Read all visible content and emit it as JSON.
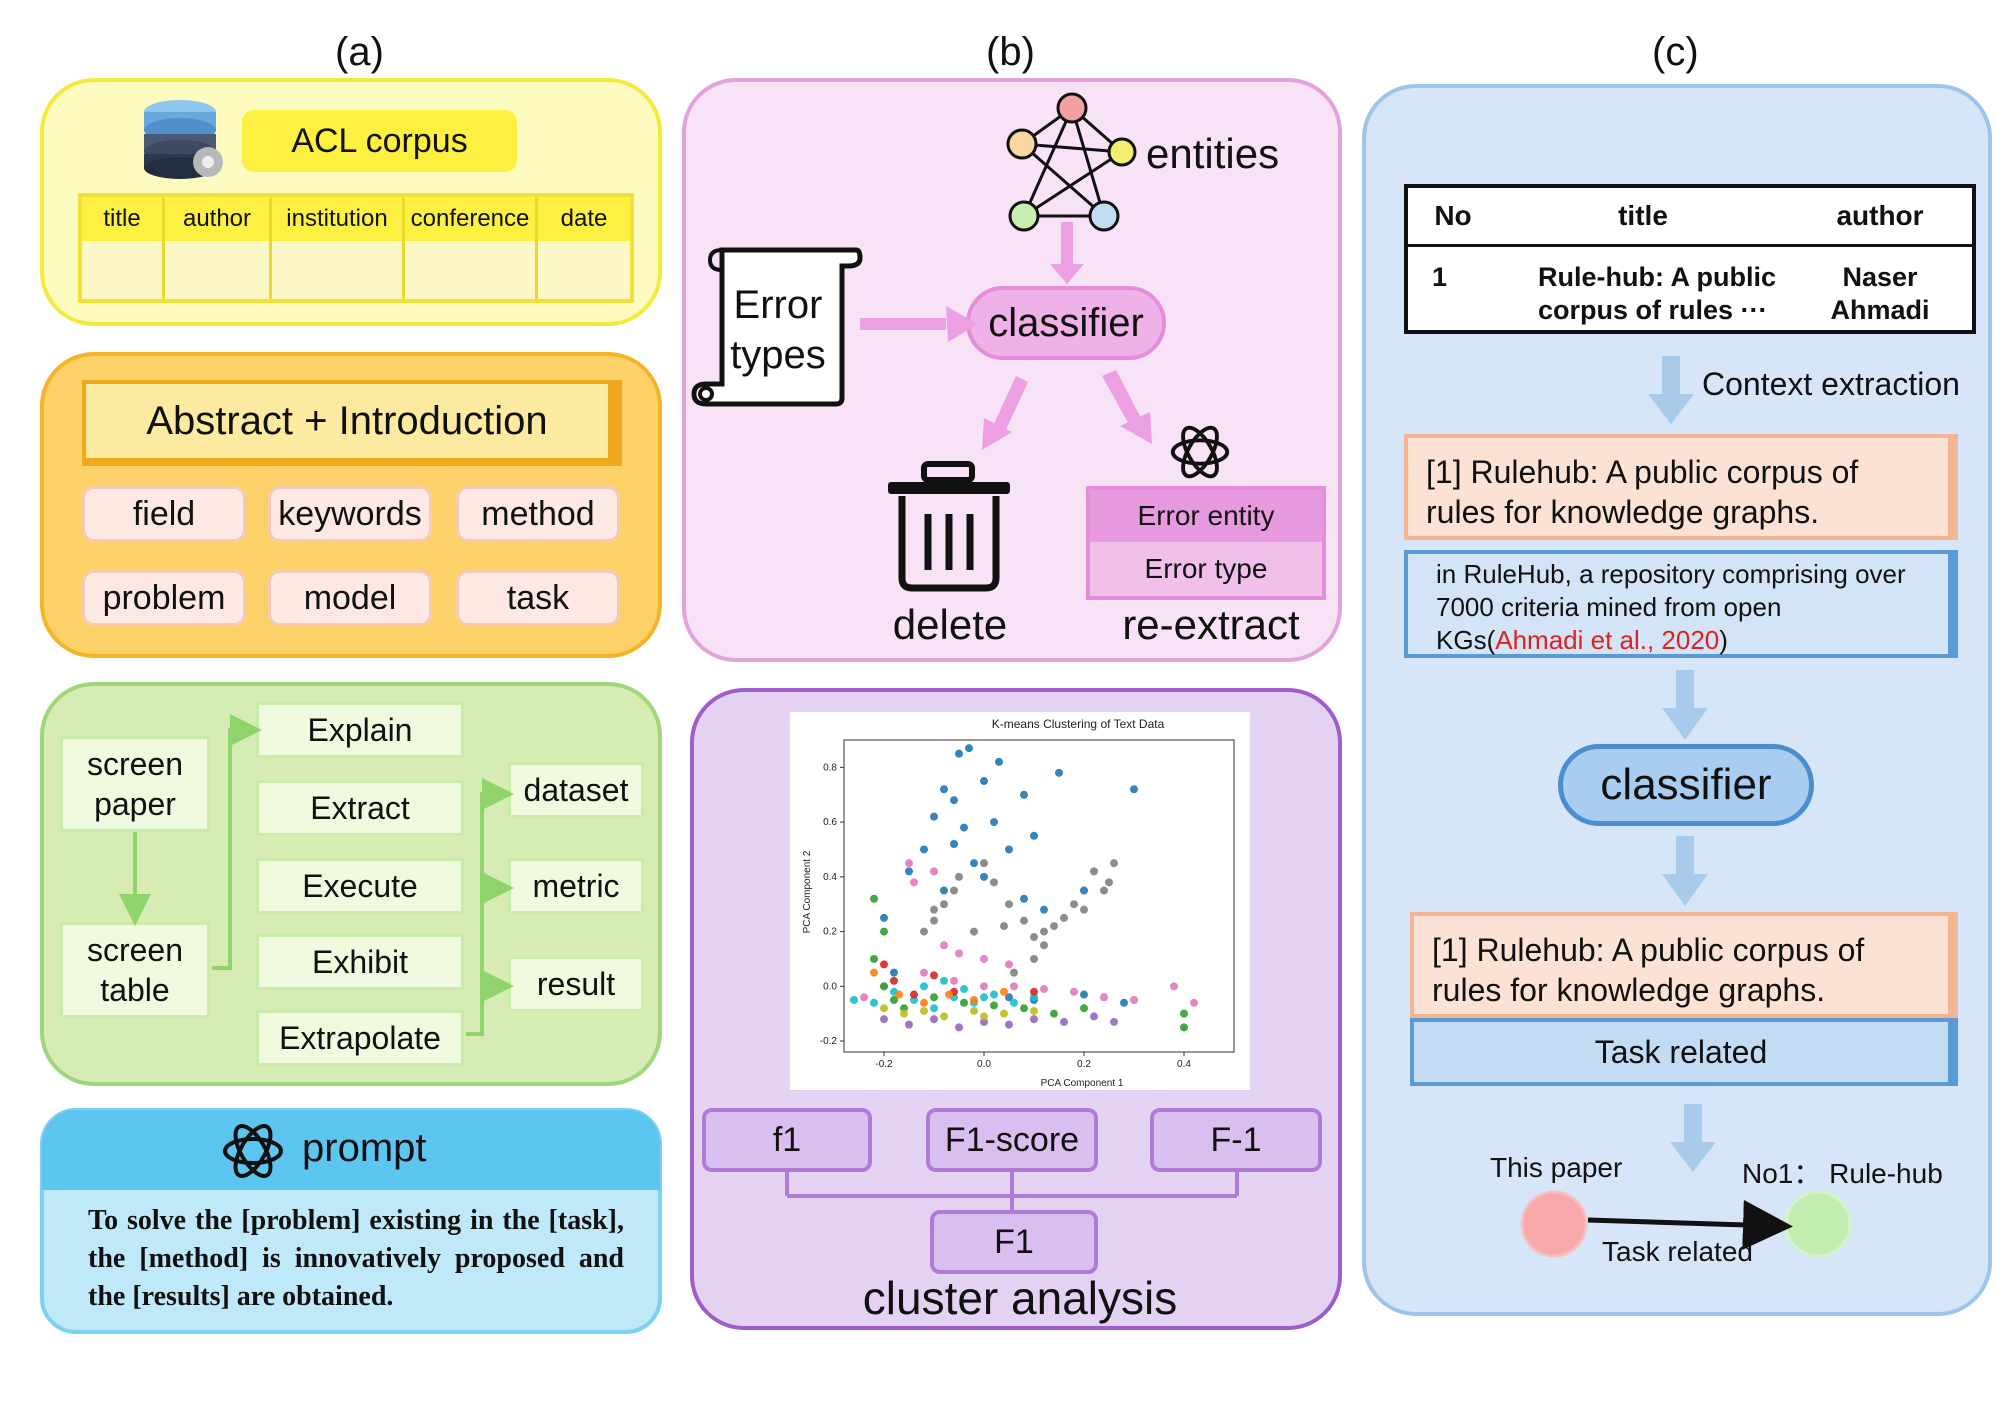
{
  "panel_a": {
    "label": "(a)",
    "corpus": {
      "title": "ACL corpus",
      "columns": [
        "title",
        "author",
        "institution",
        "conference",
        "date"
      ]
    },
    "abstract": {
      "title": "Abstract + Introduction",
      "chips": [
        "field",
        "keywords",
        "method",
        "problem",
        "model",
        "task"
      ]
    },
    "screening": {
      "screen_paper": "screen\npaper",
      "screen_table": "screen\ntable",
      "steps": [
        "Explain",
        "Extract",
        "Execute",
        "Exhibit",
        "Extrapolate"
      ],
      "outputs": [
        "dataset",
        "metric",
        "result"
      ]
    },
    "prompt": {
      "title": "prompt",
      "text": "To solve the [problem] existing in the [task], the [method] is innovatively proposed and the [results] are obtained."
    }
  },
  "panel_b": {
    "label": "(b)",
    "entities": "entities",
    "error_types": "Error\ntypes",
    "classifier": "classifier",
    "delete": "delete",
    "error_entity": "Error entity",
    "error_type": "Error type",
    "re_extract": "re-extract",
    "scatter": {
      "title": "K-means Clustering of Text Data",
      "xlabel": "PCA Component 1",
      "ylabel": "PCA Component 2"
    },
    "variants": [
      "f1",
      "F1-score",
      "F-1"
    ],
    "merged": "F1",
    "cluster_caption": "cluster analysis"
  },
  "panel_c": {
    "label": "(c)",
    "table": {
      "headers": [
        "No",
        "title",
        "author"
      ],
      "row": [
        "1",
        "Rule-hub: A public\ncorpus of rules  ···",
        "Naser\nAhmadi"
      ]
    },
    "context_extraction": "Context extraction",
    "ref1": "[1] Rulehub: A public corpus of rules for knowledge graphs.",
    "context_pre": "in RuleHub, a repository comprising over 7000 criteria mined from open KGs(",
    "context_cite": "Ahmadi et al., 2020",
    "context_post": ")",
    "classifier": "classifier",
    "ref2": "[1] Rulehub: A public corpus of rules for knowledge graphs.",
    "task_related_box": "Task related",
    "this_paper": "This paper",
    "target": "No1： Rule-hub",
    "edge_label": "Task related",
    "colors": {
      "cite_red": "#e02020",
      "accent_blue": "#5b9bd5"
    }
  },
  "chart_data": {
    "type": "scatter",
    "title": "K-means Clustering of Text Data",
    "xlabel": "PCA Component 1",
    "ylabel": "PCA Component 2",
    "xlim": [
      -0.28,
      0.5
    ],
    "ylim": [
      -0.24,
      0.9
    ],
    "xticks": [
      -0.2,
      0.0,
      0.2,
      0.4
    ],
    "yticks": [
      -0.2,
      0.0,
      0.2,
      0.4,
      0.6,
      0.8
    ],
    "clusters": [
      {
        "color": "#1f77b4",
        "points": [
          [
            -0.05,
            0.85
          ],
          [
            -0.03,
            0.87
          ],
          [
            0.03,
            0.82
          ],
          [
            0.15,
            0.78
          ],
          [
            0.3,
            0.72
          ],
          [
            -0.08,
            0.72
          ],
          [
            -0.06,
            0.68
          ],
          [
            0.0,
            0.75
          ],
          [
            -0.1,
            0.62
          ],
          [
            -0.04,
            0.58
          ],
          [
            -0.06,
            0.52
          ],
          [
            0.02,
            0.6
          ],
          [
            0.08,
            0.7
          ],
          [
            -0.12,
            0.5
          ],
          [
            -0.02,
            0.45
          ],
          [
            0.05,
            0.5
          ],
          [
            0.0,
            0.4
          ],
          [
            -0.08,
            0.35
          ],
          [
            0.08,
            0.32
          ],
          [
            0.12,
            0.28
          ],
          [
            0.2,
            0.35
          ],
          [
            -0.15,
            0.42
          ],
          [
            0.1,
            0.55
          ],
          [
            -0.2,
            0.25
          ],
          [
            -0.18,
            0.05
          ],
          [
            0.05,
            -0.04
          ],
          [
            0.1,
            -0.05
          ],
          [
            0.2,
            -0.03
          ],
          [
            0.28,
            -0.06
          ]
        ]
      },
      {
        "color": "#7f7f7f",
        "points": [
          [
            0.22,
            0.42
          ],
          [
            0.25,
            0.38
          ],
          [
            0.24,
            0.35
          ],
          [
            0.2,
            0.28
          ],
          [
            0.16,
            0.25
          ],
          [
            0.14,
            0.22
          ],
          [
            0.12,
            0.2
          ],
          [
            0.1,
            0.18
          ],
          [
            0.18,
            0.3
          ],
          [
            0.26,
            0.45
          ],
          [
            -0.06,
            0.35
          ],
          [
            -0.08,
            0.3
          ],
          [
            -0.1,
            0.24
          ],
          [
            -0.12,
            0.2
          ],
          [
            -0.1,
            0.28
          ],
          [
            -0.05,
            0.4
          ],
          [
            0.0,
            0.45
          ],
          [
            0.02,
            0.38
          ],
          [
            0.05,
            0.3
          ],
          [
            0.08,
            0.24
          ],
          [
            0.04,
            0.22
          ],
          [
            -0.02,
            0.2
          ],
          [
            0.1,
            0.1
          ],
          [
            0.06,
            0.05
          ],
          [
            0.12,
            0.15
          ]
        ]
      },
      {
        "color": "#e377c2",
        "points": [
          [
            -0.15,
            0.45
          ],
          [
            -0.1,
            0.42
          ],
          [
            -0.14,
            0.38
          ],
          [
            -0.08,
            0.15
          ],
          [
            -0.05,
            0.12
          ],
          [
            0.0,
            0.1
          ],
          [
            0.05,
            0.08
          ],
          [
            -0.12,
            0.05
          ],
          [
            -0.06,
            0.02
          ],
          [
            0.0,
            0.0
          ],
          [
            0.06,
            0.0
          ],
          [
            0.12,
            -0.01
          ],
          [
            0.18,
            -0.02
          ],
          [
            0.24,
            -0.04
          ],
          [
            0.3,
            -0.05
          ],
          [
            0.38,
            0.0
          ],
          [
            0.42,
            -0.06
          ],
          [
            -0.2,
            0.0
          ],
          [
            -0.24,
            -0.04
          ]
        ]
      },
      {
        "color": "#2ca02c",
        "points": [
          [
            -0.22,
            0.32
          ],
          [
            -0.2,
            0.2
          ],
          [
            -0.22,
            0.1
          ],
          [
            -0.2,
            0.0
          ],
          [
            -0.18,
            -0.05
          ],
          [
            -0.16,
            -0.08
          ],
          [
            -0.1,
            -0.04
          ],
          [
            -0.04,
            -0.06
          ],
          [
            0.02,
            -0.07
          ],
          [
            0.08,
            -0.08
          ],
          [
            0.14,
            -0.1
          ],
          [
            0.2,
            -0.08
          ],
          [
            0.4,
            -0.1
          ],
          [
            0.4,
            -0.15
          ]
        ]
      },
      {
        "color": "#17becf",
        "points": [
          [
            -0.26,
            -0.05
          ],
          [
            -0.22,
            -0.06
          ],
          [
            -0.18,
            -0.02
          ],
          [
            -0.14,
            -0.05
          ],
          [
            -0.1,
            -0.08
          ],
          [
            -0.06,
            -0.04
          ],
          [
            -0.02,
            -0.06
          ],
          [
            0.02,
            -0.03
          ],
          [
            0.06,
            -0.06
          ],
          [
            0.1,
            -0.04
          ],
          [
            -0.12,
            0.0
          ],
          [
            -0.08,
            0.02
          ],
          [
            -0.04,
            -0.01
          ],
          [
            0.0,
            -0.04
          ]
        ]
      },
      {
        "color": "#9467bd",
        "points": [
          [
            -0.2,
            -0.12
          ],
          [
            -0.15,
            -0.14
          ],
          [
            -0.1,
            -0.12
          ],
          [
            -0.05,
            -0.15
          ],
          [
            0.0,
            -0.13
          ],
          [
            0.05,
            -0.14
          ],
          [
            0.1,
            -0.12
          ],
          [
            0.16,
            -0.13
          ],
          [
            0.22,
            -0.11
          ],
          [
            0.26,
            -0.13
          ]
        ]
      },
      {
        "color": "#bcbd22",
        "points": [
          [
            -0.16,
            -0.1
          ],
          [
            -0.12,
            -0.09
          ],
          [
            -0.08,
            -0.11
          ],
          [
            -0.02,
            -0.09
          ],
          [
            0.04,
            -0.1
          ],
          [
            0.1,
            -0.09
          ],
          [
            -0.2,
            -0.08
          ],
          [
            0.0,
            -0.11
          ]
        ]
      },
      {
        "color": "#d62728",
        "points": [
          [
            -0.2,
            0.08
          ],
          [
            -0.18,
            0.02
          ],
          [
            -0.14,
            -0.03
          ],
          [
            -0.1,
            0.04
          ],
          [
            -0.06,
            -0.02
          ],
          [
            0.1,
            -0.02
          ]
        ]
      },
      {
        "color": "#ff7f0e",
        "points": [
          [
            -0.22,
            0.05
          ],
          [
            -0.17,
            -0.03
          ],
          [
            -0.12,
            -0.06
          ],
          [
            -0.07,
            -0.03
          ],
          [
            -0.02,
            -0.05
          ],
          [
            0.04,
            -0.02
          ]
        ]
      }
    ]
  }
}
